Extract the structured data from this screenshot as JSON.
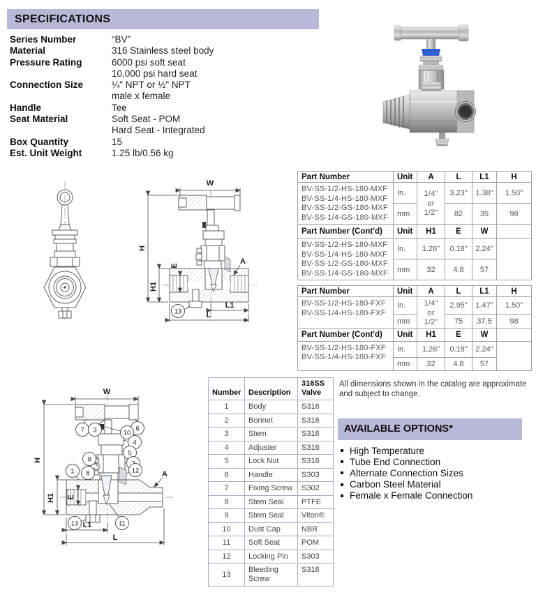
{
  "colors": {
    "header_band": "#b8b8d9",
    "accent_blue": "#2e5ed2",
    "table_border": "#9aa0a8",
    "parts_border": "#a6abc8"
  },
  "specifications": {
    "title": "SPECIFICATIONS",
    "rows": [
      {
        "label": "Series Number",
        "value": "“BV”"
      },
      {
        "label": "Material",
        "value": "316 Stainless steel body"
      },
      {
        "label": "Pressure Rating",
        "value": "6000 psi soft seat"
      },
      {
        "label": "",
        "value": "10,000 psi hard seat"
      },
      {
        "label": "Connection Size",
        "value": "¼\" NPT or ½\" NPT"
      },
      {
        "label": "",
        "value": "male x female"
      },
      {
        "label": "Handle",
        "value": "Tee"
      },
      {
        "label": "Seat Material",
        "value": "Soft Seat - POM"
      },
      {
        "label": "",
        "value": "Hard Seat - Integrated"
      },
      {
        "label": "Box Quantity",
        "value": "15"
      },
      {
        "label": "Est. Unit Weight",
        "value": "1.25 lb/0.56 kg"
      }
    ]
  },
  "dimension_tables": {
    "mxf": {
      "headers": [
        "Part Number",
        "Unit",
        "A",
        "L",
        "L1",
        "H"
      ],
      "part_numbers": "BV-SS-1/2-HS-180-MXF\nBV-SS-1/4-HS-180-MXF\nBV-SS-1/2-GS-180-MXF\nBV-SS-1/4-GS-180-MXF",
      "unit_in": "In.",
      "unit_mm": "mm",
      "a_value": "1/4\"\nor\n1/2\"",
      "in_values": [
        "3.23\"",
        "1.38\"",
        "1.50\""
      ],
      "mm_values": [
        "82",
        "35",
        "98"
      ],
      "contd": {
        "headers": [
          "Part Number (Cont'd)",
          "Unit",
          "H1",
          "E",
          "W",
          ""
        ],
        "in_values": [
          "1.26\"",
          "0.18\"",
          "2.24\""
        ],
        "mm_values": [
          "32",
          "4.8",
          "57"
        ]
      }
    },
    "fxf": {
      "headers": [
        "Part Number",
        "Unit",
        "A",
        "L",
        "L1",
        "H"
      ],
      "part_numbers": "BV-SS-1/2-HS-180-FXF\nBV-SS-1/4-HS-180-FXF",
      "unit_in": "In.",
      "unit_mm": "mm",
      "a_value": "1/4\"\nor\n1/2\"",
      "in_values": [
        "2.95\"",
        "1.47\"",
        "1.50\""
      ],
      "mm_values": [
        "75",
        "37.5",
        "98"
      ],
      "contd": {
        "headers": [
          "Part Number (Cont'd)",
          "Unit",
          "H1",
          "E",
          "W",
          ""
        ],
        "in_values": [
          "1.26\"",
          "0.18\"",
          "2.24\""
        ],
        "mm_values": [
          "32",
          "4.8",
          "57"
        ]
      }
    }
  },
  "parts_table": {
    "headers": [
      "Number",
      "Description",
      "316SS\nValve"
    ],
    "rows": [
      {
        "number": "1",
        "description": "Body",
        "material": "S316"
      },
      {
        "number": "2",
        "description": "Bonnet",
        "material": "S316"
      },
      {
        "number": "3",
        "description": "Stem",
        "material": "S316"
      },
      {
        "number": "4",
        "description": "Adjuster",
        "material": "S316"
      },
      {
        "number": "5",
        "description": "Lock Nut",
        "material": "S316"
      },
      {
        "number": "6",
        "description": "Handle",
        "material": "S303"
      },
      {
        "number": "7",
        "description": "Fixing Screw",
        "material": "S302"
      },
      {
        "number": "8",
        "description": "Stem Seal",
        "material": "PTFE"
      },
      {
        "number": "9",
        "description": "Stem Seal",
        "material": "Viton®"
      },
      {
        "number": "10",
        "description": "Dust Cap",
        "material": "NBR"
      },
      {
        "number": "11",
        "description": "Soft Seat",
        "material": "POM"
      },
      {
        "number": "12",
        "description": "Locking Pin",
        "material": "S303"
      },
      {
        "number": "13",
        "description": "Bleeding\nScrew",
        "material": "S316"
      }
    ]
  },
  "note": "All dimensions shown in the catalog are approximate and subject to change.",
  "options": {
    "title": "AVAILABLE OPTIONS*",
    "items": [
      "High Temperature",
      "Tube End Connection",
      "Alternate Connection Sizes",
      "Carbon Steel Material",
      "Female x Female Connection"
    ]
  },
  "drawings": {
    "section_small": {
      "w": "W",
      "h": "H",
      "h1": "H1",
      "e": "E",
      "a": "A",
      "l1": "L1",
      "l": "L",
      "c13": "13"
    },
    "section_large": {
      "w": "W",
      "h": "H",
      "h1": "H1",
      "e": "E",
      "a": "A",
      "l1": "L1",
      "l": "L",
      "c1": "1",
      "c2": "2",
      "c3": "3",
      "c4": "4",
      "c5": "5",
      "c6": "6",
      "c7": "7",
      "c8": "8",
      "c9": "9",
      "c10": "10",
      "c11": "11",
      "c12": "12",
      "c13": "13"
    }
  }
}
